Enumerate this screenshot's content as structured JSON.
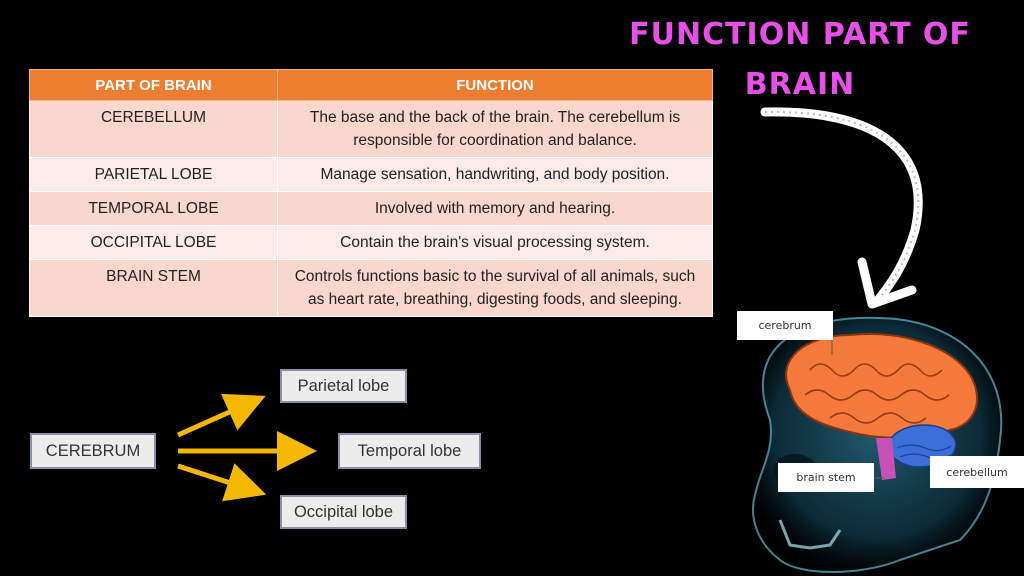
{
  "title": {
    "line1": "FUNCTION PART OF",
    "line2": "BRAIN"
  },
  "table": {
    "headers": [
      "PART OF BRAIN",
      "FUNCTION"
    ],
    "rows": [
      {
        "part": "CEREBELLUM",
        "function": "The base and the back of the brain. The cerebellum is responsible for coordination and balance."
      },
      {
        "part": "PARIETAL LOBE",
        "function": "Manage sensation, handwriting, and body position."
      },
      {
        "part": "TEMPORAL LOBE",
        "function": "Involved with memory and hearing."
      },
      {
        "part": "OCCIPITAL LOBE",
        "function": "Contain the brain's visual processing system."
      },
      {
        "part": "BRAIN STEM",
        "function": "Controls functions basic to the survival of all animals, such as heart rate, breathing, digesting foods, and sleeping."
      }
    ]
  },
  "diagram": {
    "source": "CEREBRUM",
    "targets": [
      "Parietal lobe",
      "Temporal lobe",
      "Occipital lobe"
    ],
    "arrow_color": "#f5b800"
  },
  "image_labels": {
    "cerebrum": "cerebrum",
    "brain_stem": "brain stem",
    "cerebellum": "cerebellum"
  },
  "colors": {
    "title": "#e84ee8",
    "header": "#ed7d31",
    "row_dark": "#f9d7cc",
    "row_light": "#fcebe6"
  }
}
